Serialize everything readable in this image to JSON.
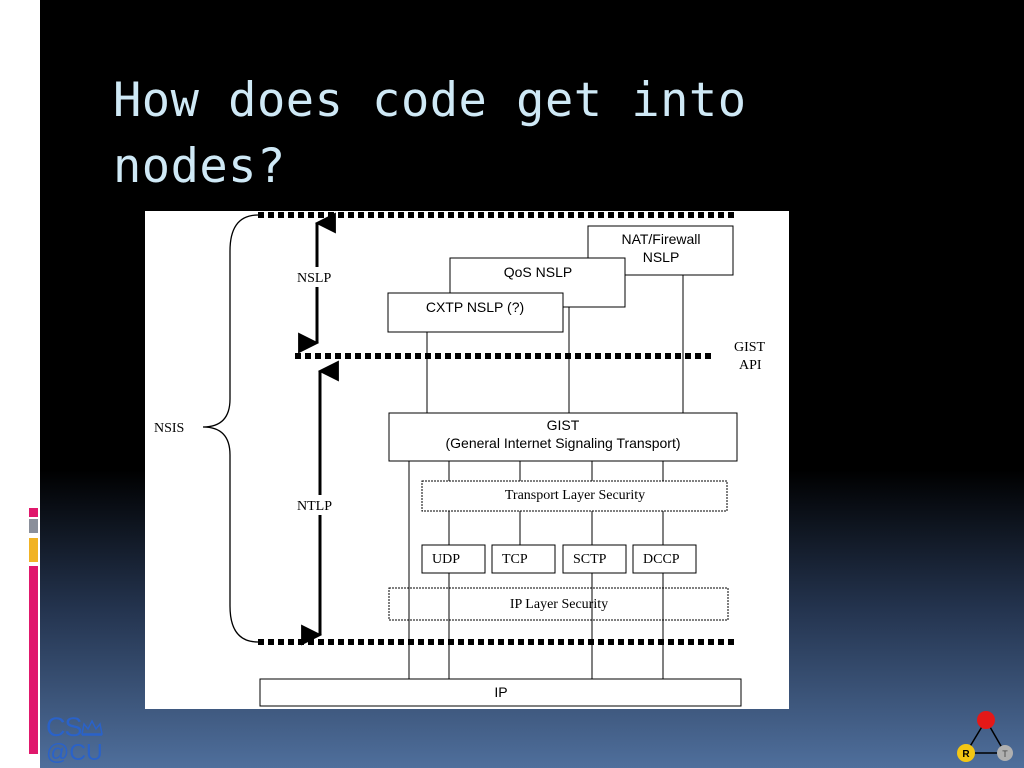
{
  "slide": {
    "title": "How does code get into nodes?"
  },
  "logo": {
    "line1": "CS",
    "line2": "@CU"
  },
  "nav_logo": {
    "r_label": "R",
    "t_label": "T"
  },
  "colors": {
    "title": "#cfe9f6",
    "bar_magenta": "#e0186c",
    "bar_gray": "#8a8f9a",
    "bar_yellow": "#f1b325",
    "logo_blue": "#2a62c9",
    "nav_red": "#e41818",
    "nav_yellow": "#f3c613",
    "nav_gray": "#b0b0b0"
  },
  "diagram": {
    "nslp_label": "NSLP",
    "ntlp_label": "NTLP",
    "nsis_label": "NSIS",
    "gist_api_line1": "GIST",
    "gist_api_line2": "API",
    "natfw_line1": "NAT/Firewall",
    "natfw_line2": "NSLP",
    "qos": "QoS NSLP",
    "cxtp": "CXTP NSLP (?)",
    "gist_line1": "GIST",
    "gist_line2": "(General Internet Signaling Transport)",
    "tls": "Transport Layer Security",
    "udp": "UDP",
    "tcp": "TCP",
    "sctp": "SCTP",
    "dccp": "DCCP",
    "ipsec": "IP Layer Security",
    "ip": "IP"
  }
}
